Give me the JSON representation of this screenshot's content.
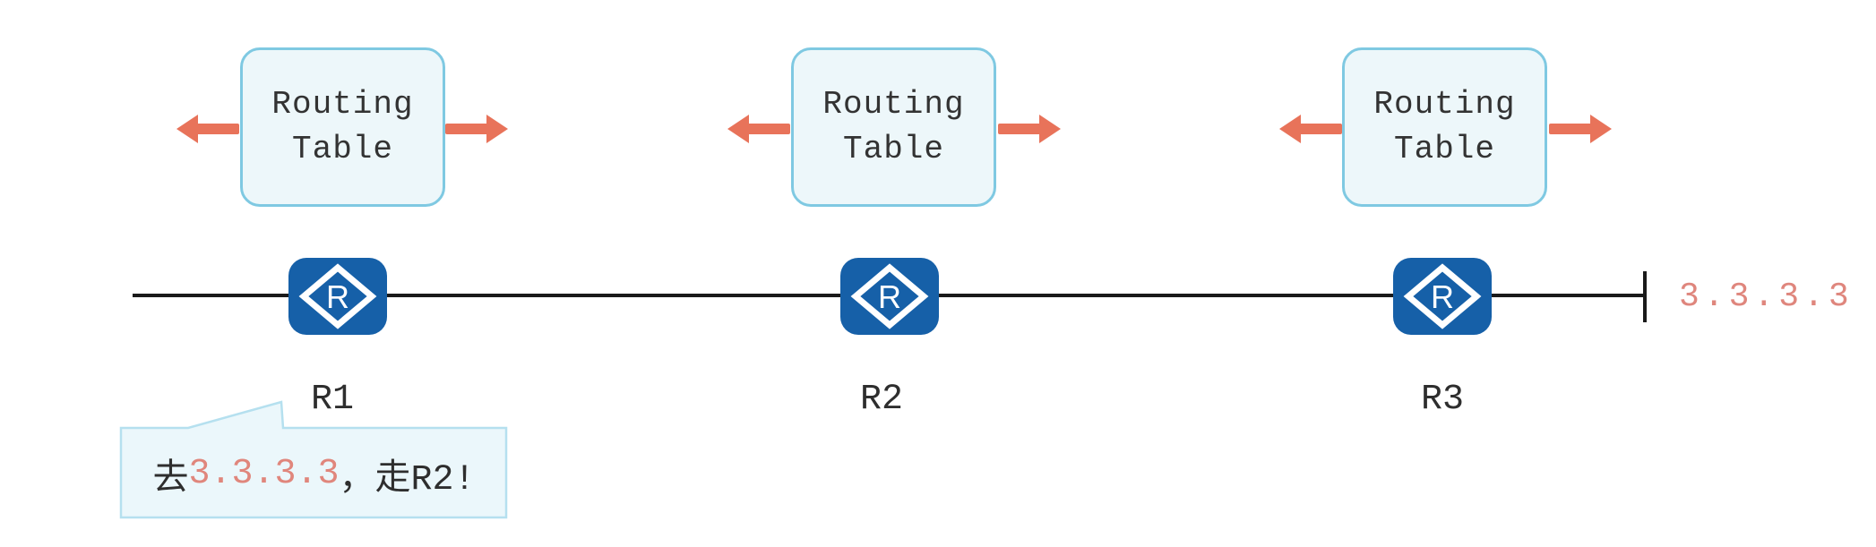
{
  "diagram": {
    "routing_table_box": {
      "line1": "Routing",
      "line2": "Table"
    },
    "router_icon_letter": "R",
    "routers": [
      {
        "label": "R1"
      },
      {
        "label": "R2"
      },
      {
        "label": "R3"
      }
    ],
    "destination_label": "3.3.3.3",
    "callout": {
      "prefix": "去",
      "ip": "3.3.3.3",
      "suffix": "，走R2!"
    },
    "colors": {
      "router_blue": "#1660a8",
      "arrow_salmon": "#e8735a",
      "box_border_blue": "#7fc9e2",
      "box_fill": "#edf7fa",
      "bubble_border": "#b5e0ef",
      "bubble_fill": "#ebf7fb",
      "ip_salmon": "#e0867c",
      "line_black": "#1a1a1a",
      "text_dark": "#2e2e2e"
    }
  }
}
